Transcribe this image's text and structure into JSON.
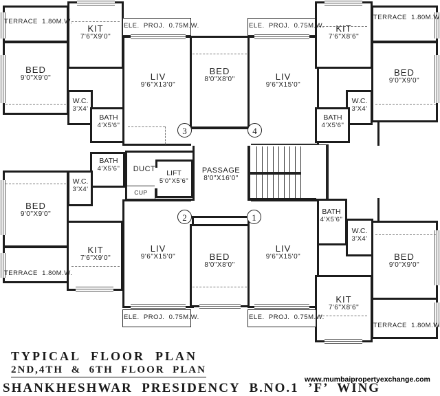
{
  "meta": {
    "drawing_type": "architectural floor plan",
    "line_color": "#1c1c1c",
    "background": "#ffffff"
  },
  "footer": {
    "title_line1": "TYPICAL  FLOOR  PLAN",
    "title_line2": "2ND,4TH  &  6TH  FLOOR  PLAN",
    "building_title": "SHANKHESHWAR  PRESIDENCY  B.NO.1  ’F’  WING",
    "website": "www.mumbaipropertyexchange.com"
  },
  "flat_numbers": {
    "top_left": "3",
    "top_right": "4",
    "bottom_left": "2",
    "bottom_right": "1"
  },
  "rooms": {
    "terrace_tl": {
      "label": "TERRACE  1.80M.W."
    },
    "kit_tl": {
      "name": "KIT",
      "size": "7'6\"X9'0\""
    },
    "bed_tl": {
      "name": "BED",
      "size": "9'0\"X9'0\""
    },
    "wc_tl": {
      "name": "W.C.",
      "size": "3'X4'"
    },
    "bath_tl": {
      "name": "BATH",
      "size": "4'X5'6\""
    },
    "eleproj_tl": {
      "label": "ELE.  PROJ.  0.75M.W."
    },
    "liv_tl": {
      "name": "LIV",
      "size": "9'6\"X13'0\""
    },
    "bed_tc": {
      "name": "BED",
      "size": "8'0\"X8'0\""
    },
    "eleproj_tr": {
      "label": "ELE.  PROJ.  0.75M.W."
    },
    "liv_tr": {
      "name": "LIV",
      "size": "9'6\"X15'0\""
    },
    "kit_tr": {
      "name": "KIT",
      "size": "7'6\"X8'6\""
    },
    "terrace_tr": {
      "label": "TERRACE  1.80M.W."
    },
    "bed_tr": {
      "name": "BED",
      "size": "9'0\"X9'0\""
    },
    "wc_tr": {
      "name": "W.C.",
      "size": "3'X4'"
    },
    "bath_tr": {
      "name": "BATH",
      "size": "4'X5'6\""
    },
    "bath_ml": {
      "name": "BATH",
      "size": "4'X5'6\""
    },
    "wc_ml": {
      "name": "W.C.",
      "size": "3'X4'"
    },
    "duct": {
      "label": "DUCT"
    },
    "lift": {
      "name": "LIFT",
      "size": "5'0\"X5'6\""
    },
    "cup": {
      "label": "CUP"
    },
    "passage": {
      "name": "PASSAGE",
      "size": "8'0\"X16'0\""
    },
    "bath_mr": {
      "name": "BATH",
      "size": "4'X5'6\""
    },
    "wc_mr": {
      "name": "W.C.",
      "size": "3'X4'"
    },
    "bed_bl": {
      "name": "BED",
      "size": "9'0\"X9'0\""
    },
    "terrace_bl": {
      "label": "TERRACE  1.80M.W."
    },
    "kit_bl": {
      "name": "KIT",
      "size": "7'6\"X9'0\""
    },
    "liv_bl": {
      "name": "LIV",
      "size": "9'6\"X15'0\""
    },
    "bed_bc": {
      "name": "BED",
      "size": "8'0\"X8'0\""
    },
    "eleproj_bl": {
      "label": "ELE.  PROJ.  0.75M.W."
    },
    "liv_br": {
      "name": "LIV",
      "size": "9'6\"X15'0\""
    },
    "eleproj_br": {
      "label": "ELE.  PROJ.  0.75M.W."
    },
    "bath_br": {
      "name": "BATH",
      "size": "4'X5'6\""
    },
    "wc_br": {
      "name": "W.C.",
      "size": "3'X4'"
    },
    "bed_br": {
      "name": "BED",
      "size": "9'0\"X9'0\""
    },
    "kit_br": {
      "name": "KIT",
      "size": "7'6\"X8'6\""
    },
    "terrace_br": {
      "label": "TERRACE  1.80M.W."
    }
  }
}
